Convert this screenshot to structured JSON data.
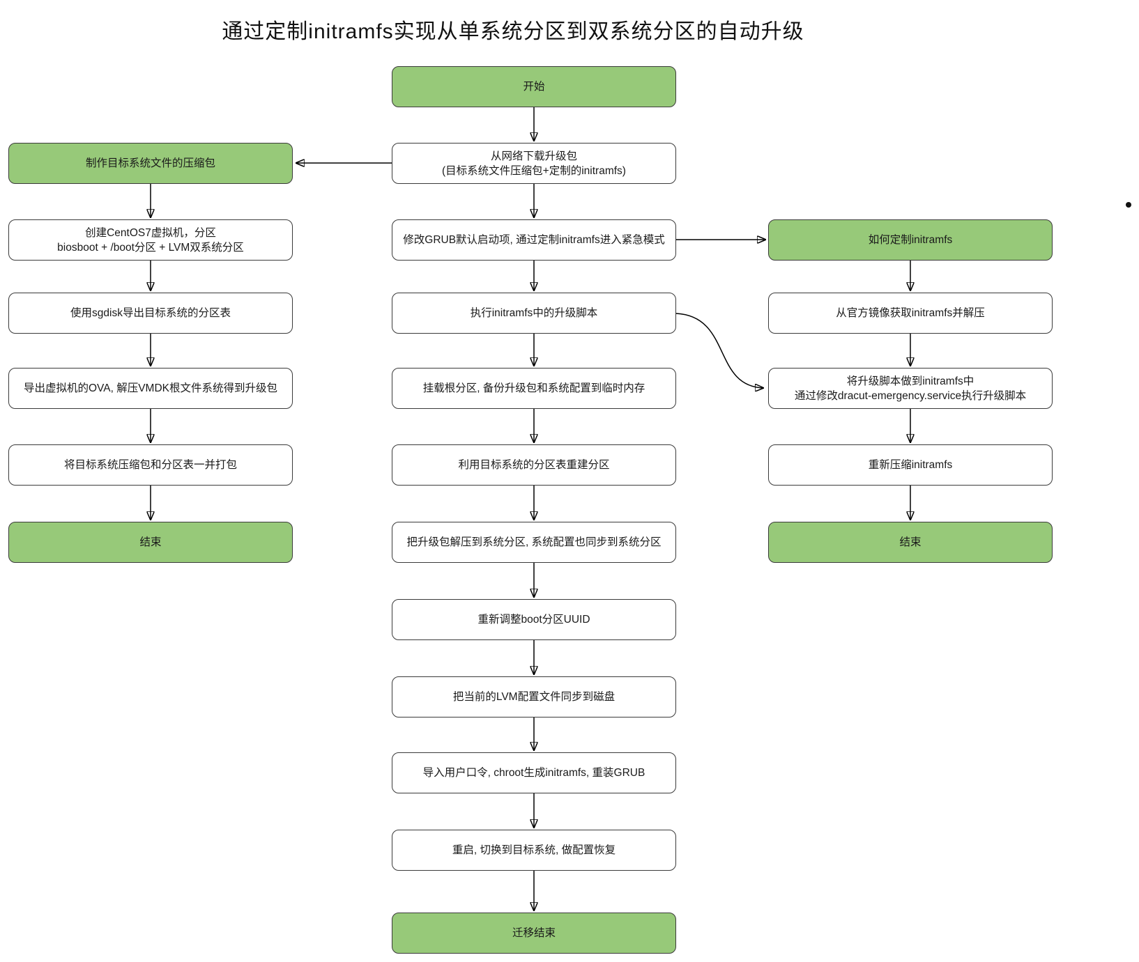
{
  "title": "通过定制initramfs实现从单系统分区到双系统分区的自动升级",
  "colors": {
    "node_green": "#97c979",
    "node_border": "#3a3a3a",
    "arrow": "#000000"
  },
  "nodes": {
    "start": "开始",
    "download_package": "从网络下载升级包\n(目标系统文件压缩包+定制的initramfs)",
    "modify_grub": "修改GRUB默认启动项, 通过定制initramfs进入紧急模式",
    "run_upgrade_script": "执行initramfs中的升级脚本",
    "mount_root": "挂载根分区, 备份升级包和系统配置到临时内存",
    "rebuild_partitions": "利用目标系统的分区表重建分区",
    "extract_package": "把升级包解压到系统分区, 系统配置也同步到系统分区",
    "adjust_boot_uuid": "重新调整boot分区UUID",
    "sync_lvm_config": "把当前的LVM配置文件同步到磁盘",
    "import_password": "导入用户口令, chroot生成initramfs, 重装GRUB",
    "reboot_switch": "重启, 切换到目标系统, 做配置恢复",
    "migration_end": "迁移结束",
    "make_tarball": "制作目标系统文件的压缩包",
    "create_vm": "创建CentOS7虚拟机，分区\nbiosboot + /boot分区 + LVM双系统分区",
    "export_partition_table": "使用sgdisk导出目标系统的分区表",
    "export_ova": "导出虚拟机的OVA, 解压VMDK根文件系统得到升级包",
    "pack_together": "将目标系统压缩包和分区表一并打包",
    "left_end": "结束",
    "how_to_customize": "如何定制initramfs",
    "get_initramfs": "从官方镜像获取initramfs并解压",
    "add_script": "将升级脚本做到initramfs中\n通过修改dracut-emergency.service执行升级脚本",
    "recompress": "重新压缩initramfs",
    "right_end": "结束"
  }
}
